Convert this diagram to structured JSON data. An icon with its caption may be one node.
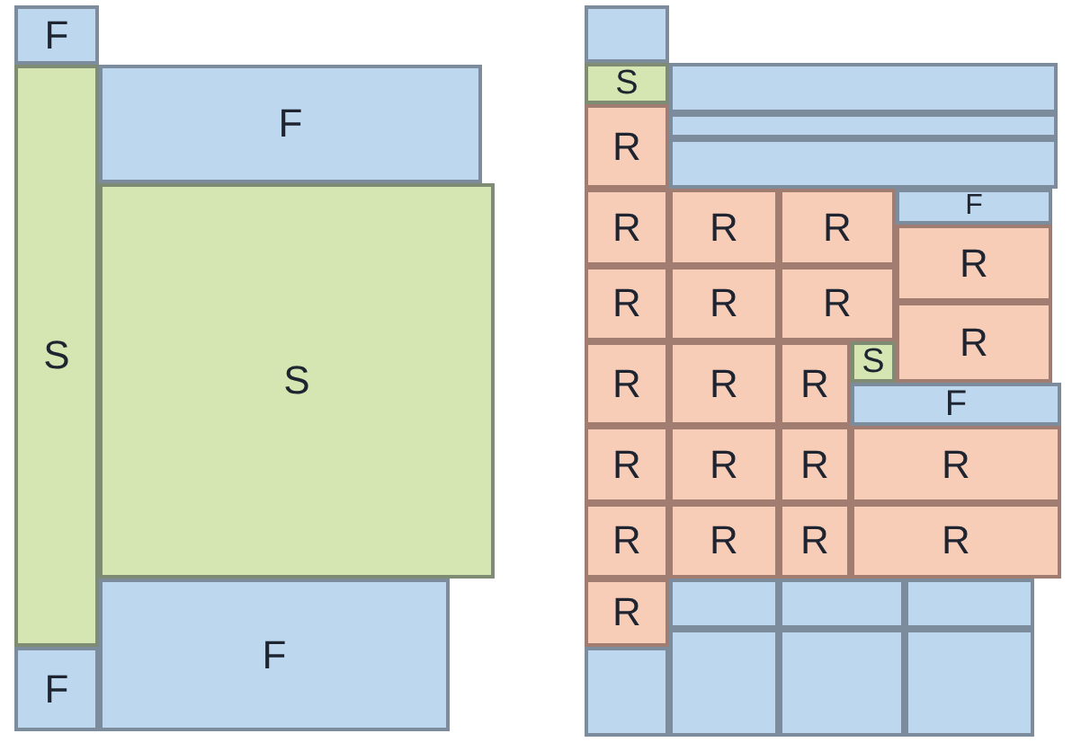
{
  "diagram": {
    "nodes": [
      {
        "text": [
          "F"
        ]
      },
      {
        "text": [
          "S"
        ]
      },
      {
        "text": [
          "F"
        ]
      },
      {
        "text": [
          "S"
        ]
      },
      {
        "text": [
          "F"
        ]
      },
      {
        "text": [
          "F"
        ]
      },
      {
        "text": [],
        "shape": "box"
      },
      {
        "text": [
          "S"
        ]
      },
      {
        "text": [],
        "shape": "box"
      },
      {
        "text": [
          "R"
        ]
      },
      {
        "text": [],
        "shape": "box"
      },
      {
        "text": [],
        "shape": "box"
      },
      {
        "text": [
          "R"
        ]
      },
      {
        "text": [
          "R"
        ]
      },
      {
        "text": [
          "R"
        ]
      },
      {
        "text": [
          "F"
        ]
      },
      {
        "text": [
          "R"
        ]
      },
      {
        "text": [
          "R"
        ]
      },
      {
        "text": [
          "R"
        ]
      },
      {
        "text": [
          "R"
        ]
      },
      {
        "text": [
          "R"
        ]
      },
      {
        "text": [
          "R"
        ]
      },
      {
        "text": [
          "R"
        ]
      },
      {
        "text": [
          "R"
        ]
      },
      {
        "text": [
          "S"
        ]
      },
      {
        "text": [
          "F"
        ]
      },
      {
        "text": [
          "R"
        ]
      },
      {
        "text": [
          "R"
        ]
      },
      {
        "text": [
          "R"
        ]
      },
      {
        "text": [
          "R"
        ]
      },
      {
        "text": [
          "R"
        ]
      },
      {
        "text": [
          "R"
        ]
      },
      {
        "text": [
          "R"
        ]
      },
      {
        "text": [
          "R"
        ]
      },
      {
        "text": [
          "R"
        ]
      },
      {
        "text": [],
        "shape": "box"
      },
      {
        "text": [],
        "shape": "box"
      },
      {
        "text": [],
        "shape": "box"
      },
      {
        "text": [],
        "shape": "box"
      },
      {
        "text": [],
        "shape": "box"
      },
      {
        "text": [],
        "shape": "box"
      },
      {
        "text": [],
        "shape": "box"
      }
    ]
  }
}
